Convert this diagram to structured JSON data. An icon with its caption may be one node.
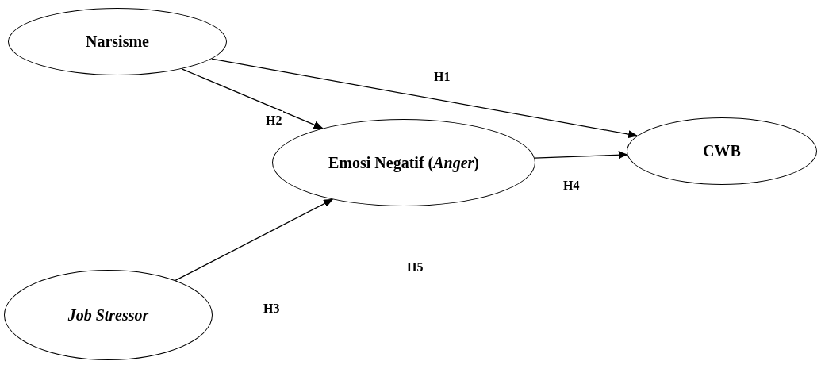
{
  "diagram": {
    "nodes": [
      {
        "text": [
          "Narsisme"
        ]
      },
      {
        "text": [
          "Emosi Negatif (*Anger*)"
        ]
      },
      {
        "text": [
          "CWB"
        ]
      },
      {
        "text": [
          "Job Stressor"
        ]
      }
    ],
    "edges": [
      {
        "from": 0,
        "to": 2,
        "arrow": "to",
        "label": "H1"
      },
      {
        "from": 0,
        "to": 1,
        "arrow": "to",
        "label": "H2"
      },
      {
        "from": 3,
        "to": 1,
        "arrow": "to",
        "label": "H3"
      },
      {
        "from": 1,
        "to": 2,
        "arrow": "to",
        "label": "H4"
      }
    ],
    "labels": [
      "H5"
    ]
  }
}
